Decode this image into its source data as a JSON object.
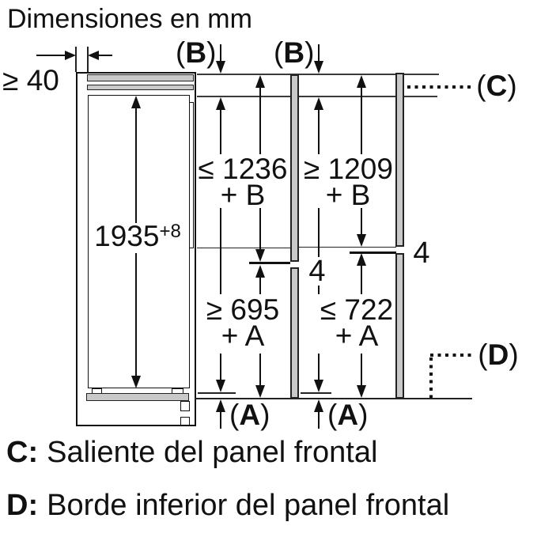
{
  "title": "Dimensiones en mm",
  "dims": {
    "wall_gap": "≥ 40",
    "height_value": "1935",
    "height_tolerance": "+8",
    "upper_left": [
      "≤ 1236",
      "+ B"
    ],
    "upper_right": [
      "≥ 1209",
      "+ B"
    ],
    "lower_left": [
      "≥ 695",
      "+ A"
    ],
    "lower_right": [
      "≤ 722",
      "+ A"
    ],
    "gap_left": "4",
    "gap_right": "4"
  },
  "refs": {
    "b1": {
      "pre": "(",
      "ch": "B",
      "post": ")"
    },
    "b2": {
      "pre": "(",
      "ch": "B",
      "post": ")"
    },
    "c": {
      "pre": "(",
      "ch": "C",
      "post": ")"
    },
    "d": {
      "pre": "(",
      "ch": "D",
      "post": ")"
    },
    "a1": {
      "pre": "(",
      "ch": "A",
      "post": ")"
    },
    "a2": {
      "pre": "(",
      "ch": "A",
      "post": ")"
    }
  },
  "legend": [
    {
      "key": "C:",
      "text": "Saliente del panel frontal"
    },
    {
      "key": "D:",
      "text": "Borde inferior del panel frontal"
    }
  ],
  "colors": {
    "line": "#3a3a3a",
    "ink": "#111111",
    "panel_gray": "#c9c9c9",
    "background": "#ffffff"
  }
}
